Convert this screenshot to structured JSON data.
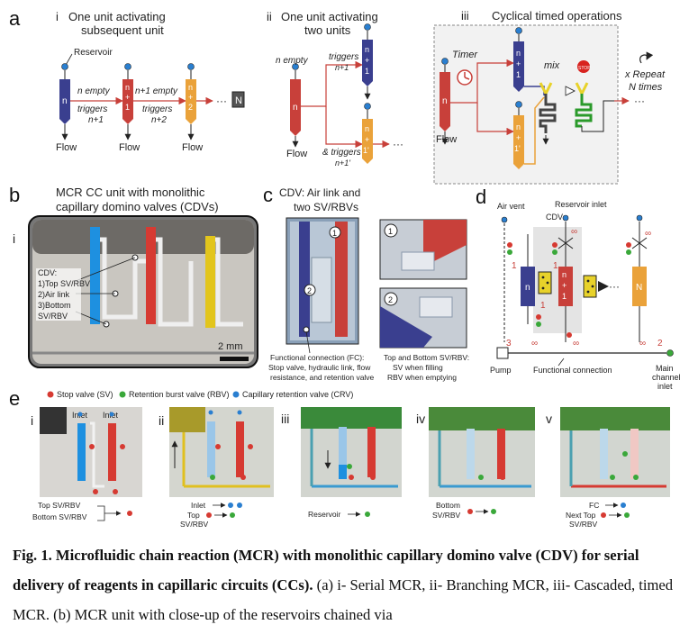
{
  "panel_a": {
    "letter": "a",
    "i_numeral": "i",
    "i_title_1": "One unit activating",
    "i_title_2": "subsequent unit",
    "reservoir": "Reservoir",
    "n_empty": "n empty",
    "triggers_1": "triggers",
    "n_plus_1": "n+1",
    "n1_empty": "n+1 empty",
    "triggers_2": "triggers",
    "n_plus_2": "n+2",
    "flow": "Flow",
    "dots": "···",
    "big_n": "N",
    "ii_numeral": "ii",
    "ii_title_1": "One unit activating",
    "ii_title_2": "two units",
    "ii_n_empty": "n empty",
    "ii_triggers": "triggers",
    "ii_n1": "n+1",
    "ii_and_triggers": "& triggers",
    "ii_n1p": "n+1'",
    "iii_numeral": "iii",
    "iii_title": "Cyclical timed operations",
    "timer": "Timer",
    "mix": "mix",
    "stop": "STOP",
    "repeat_1": "x Repeat",
    "repeat_2": "N times",
    "unit_n": "n",
    "unit_n1_top": "n",
    "unit_n1_plus": "+",
    "unit_n1_one": "1",
    "unit_n2_two": "2",
    "unit_n1p_one": "1'"
  },
  "panel_b": {
    "letter": "b",
    "title_1": "MCR CC unit with monolithic",
    "title_2": "capillary domino valves (CDVs)",
    "i_numeral": "i",
    "cdv_label": "CDV:",
    "cdv_1": "1)Top SV/RBV",
    "cdv_2": "2)Air link",
    "cdv_3": "3)Bottom",
    "cdv_4": "SV/RBV",
    "scale": "2 mm"
  },
  "panel_c": {
    "letter": "c",
    "title_1": "CDV: Air link  and",
    "title_2": "two SV/RBVs",
    "fc_1": "Functional connection (FC):",
    "fc_2": "Stop valve, hydraulic link, flow",
    "fc_3": "resistance, and retention valve",
    "tb_1": "Top and Bottom SV/RBV:",
    "tb_2": "SV when filling",
    "tb_3": "RBV when emptying",
    "m1": "1",
    "m2": "2"
  },
  "panel_d": {
    "letter": "d",
    "air_vent": "Air vent",
    "reservoir_inlet": "Reservoir inlet",
    "cdv": "CDV",
    "inf": "∞",
    "r1": "1",
    "r2": "2",
    "r3": "3",
    "pump": "Pump",
    "functional_connection": "Functional connection",
    "main_1": "Main",
    "main_2": "channel",
    "main_3": "inlet",
    "u_n": "n",
    "u_n1a": "n",
    "u_n1b": "+",
    "u_n1c": "1",
    "u_N": "N",
    "dots": "···"
  },
  "panel_e": {
    "letter": "e",
    "legend_sv": "Stop valve (SV)",
    "legend_rbv": "Retention burst valve (RBV)",
    "legend_crv": "Capillary retention valve (CRV)",
    "i": "i",
    "ii": "ii",
    "iii": "iii",
    "iv": "iv",
    "v": "v",
    "inlet_a": "Inlet",
    "inlet_b": "Inlet",
    "top_sv_rbv": "Top SV/RBV",
    "bottom_sv_rbv": "Bottom SV/RBV",
    "ii_inlet": "Inlet",
    "ii_top": "Top",
    "ii_svrbv": "SV/RBV",
    "reservoir": "Reservoir",
    "iv_bottom": "Bottom",
    "iv_svrbv": "SV/RBV",
    "v_fc": "FC",
    "v_next": "Next Top",
    "v_svrbv": "SV/RBV"
  },
  "caption": {
    "bold": "Fig. 1. Microfluidic chain reaction (MCR) with monolithic capillary domino valve (CDV) for serial delivery of reagents in capillaric circuits (CCs).",
    "normal": " (a) i- Serial MCR, ii- Branching MCR, iii- Cascaded, timed MCR. (b) MCR unit with close-up of the reservoirs chained via"
  },
  "colors": {
    "navy": "#3a3f8f",
    "red": "#c8403a",
    "orange": "#eaa23a",
    "yellow": "#e8d22a",
    "green": "#3aa83a",
    "blue_dot": "#2a7fd0",
    "cyan": "#1e90e0"
  }
}
